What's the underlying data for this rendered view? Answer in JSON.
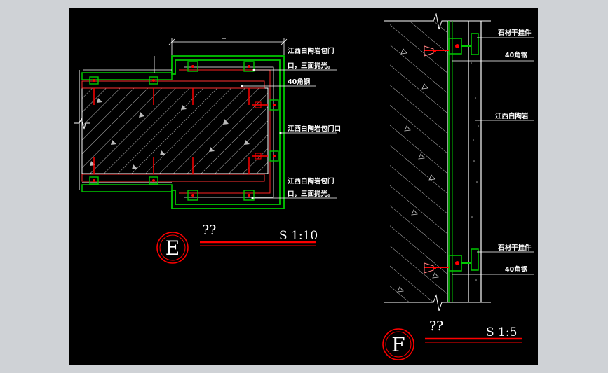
{
  "detail_e": {
    "letter": "E",
    "title": "??",
    "scale": "S 1:10",
    "labels": {
      "top_1": "江西白陶岩包门",
      "top_2": "口，三面抛光。",
      "angle_steel": "40角钢",
      "middle": "江西白陶岩包门口",
      "bottom_1": "江西白陶岩包门",
      "bottom_2": "口，三面抛光。"
    }
  },
  "detail_f": {
    "letter": "F",
    "title": "??",
    "scale": "S 1:5",
    "labels": {
      "hanger_top": "石材干挂件",
      "angle_top": "40角钢",
      "stone": "江西白陶岩",
      "hanger_bottom": "石材干挂件",
      "angle_bottom": "40角钢"
    }
  },
  "colors": {
    "background": "#000000",
    "green": "#00c800",
    "red": "#ff0000",
    "white": "#ffffff"
  }
}
